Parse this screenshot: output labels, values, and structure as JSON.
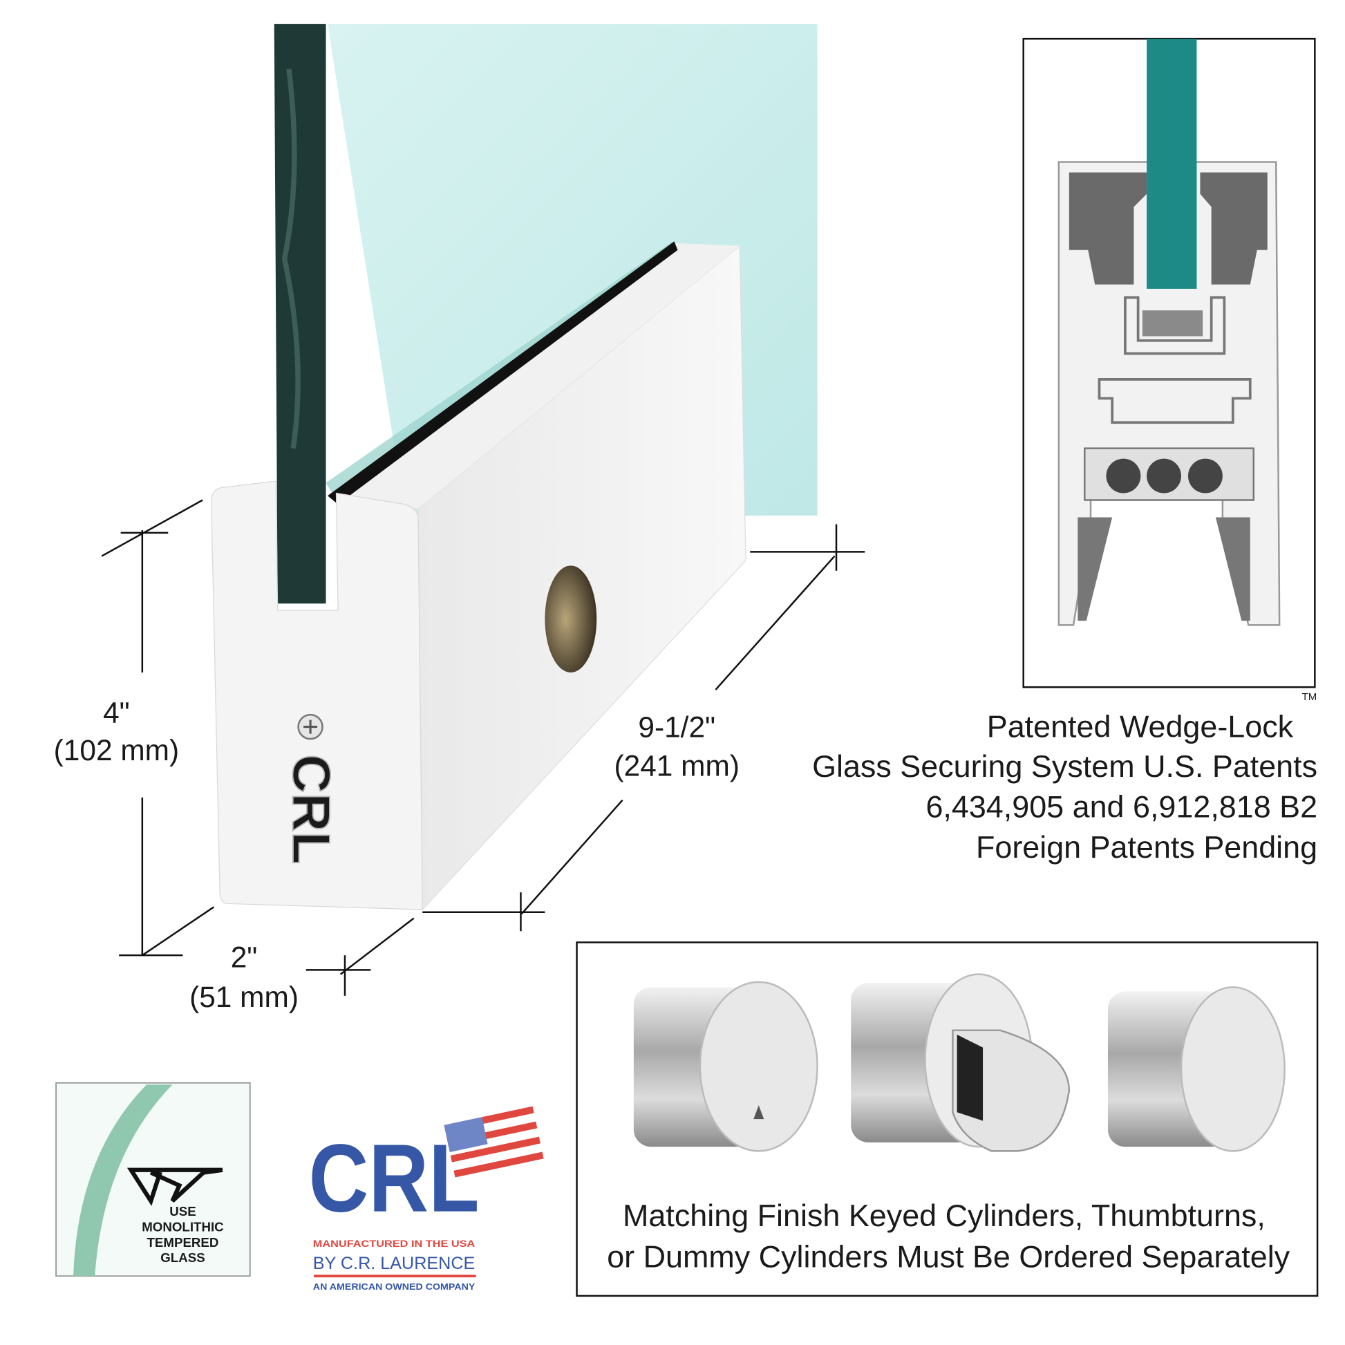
{
  "dimensions": {
    "height": {
      "imperial": "4\"",
      "metric": "(102 mm)"
    },
    "width": {
      "imperial": "2\"",
      "metric": "(51 mm)"
    },
    "length": {
      "imperial": "9-1/2\"",
      "metric": "(241 mm)"
    }
  },
  "base_emboss": "CRL",
  "patent_text": {
    "line1": "Patented Wedge-Lock",
    "trademark": "TM",
    "line2": "Glass Securing System U.S. Patents",
    "line3": "6,434,905 and 6,912,818 B2",
    "line4": "Foreign Patents Pending"
  },
  "cylinders_caption": {
    "line1": "Matching Finish Keyed Cylinders, Thumbturns,",
    "line2": "or Dummy Cylinders Must Be Ordered Separately"
  },
  "glass_badge": {
    "line1": "USE",
    "line2": "MONOLITHIC",
    "line3": "TEMPERED",
    "line4": "GLASS"
  },
  "crl_logo": {
    "wordmark": "CRL",
    "tagline": "BY C.R. LAURENCE",
    "top_strip": "MANUFACTURED IN THE USA",
    "bottom_strip": "AN AMERICAN OWNED COMPANY"
  },
  "colors": {
    "glass": "#d4f1ef",
    "glass_edge": "#1f3a36",
    "cross_section_glass": "#1e8a86",
    "logo_blue": "#3557a6",
    "logo_red": "#e0473f"
  }
}
